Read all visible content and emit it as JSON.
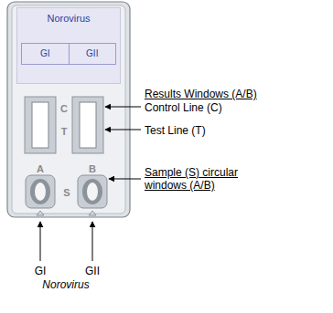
{
  "diagram": {
    "nodes": [
      {
        "text": [
          "Norovirus"
        ]
      },
      {
        "text": [
          "GI",
          "GII"
        ],
        "in": 0
      }
    ],
    "labels": [
      "C",
      "T",
      "A",
      "S",
      "B",
      "Results Windows (A/B)",
      "Control Line (C)",
      "Test Line (T)",
      "Sample (S) circular windows (A/B)",
      "GI",
      "GII",
      "Norovirus"
    ]
  }
}
